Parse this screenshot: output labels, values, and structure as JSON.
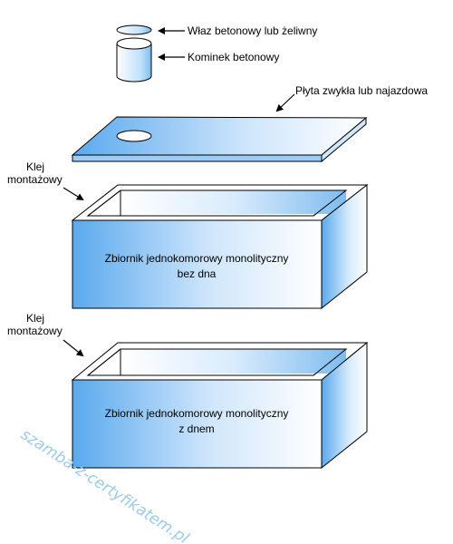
{
  "labels": {
    "manhole": "Właz betonowy lub żeliwny",
    "chimney": "Kominek betonowy",
    "slab": "Płyta zwykła lub najazdowa",
    "glue_top_line1": "Klej",
    "glue_top_line2": "montażowy",
    "glue_bottom_line1": "Klej",
    "glue_bottom_line2": "montażowy"
  },
  "tanks": {
    "top_line1": "Zbiornik jednokomorowy monolityczny",
    "top_line2": "bez dna",
    "bottom_line1": "Zbiornik jednokomorowy monolityczny",
    "bottom_line2": "z dnem"
  },
  "watermark": "szamba-z-certyfikatem.pl",
  "colors": {
    "light": "#ffffff",
    "blue": "#5aa9ee",
    "outline": "#000000",
    "watermark": "#9ccbe8"
  }
}
